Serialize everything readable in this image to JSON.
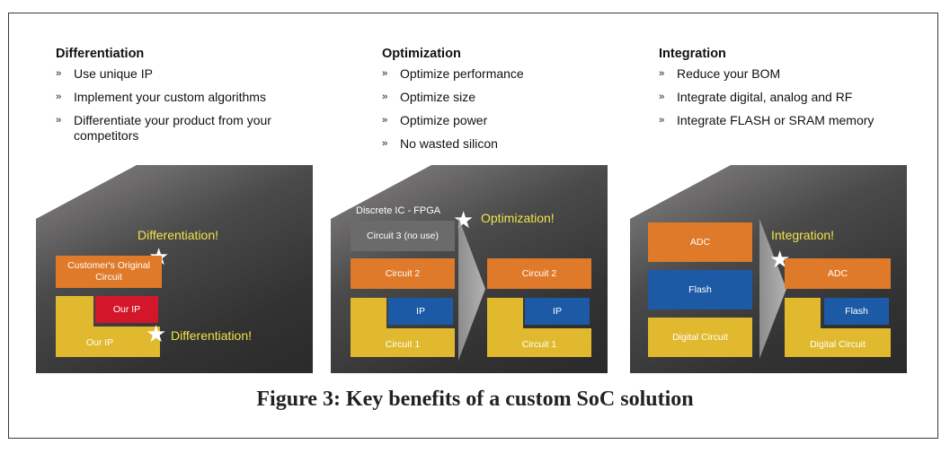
{
  "columns": [
    {
      "heading": "Differentiation",
      "bullets": [
        "Use unique IP",
        "Implement your custom algorithms",
        "Differentiate your product from your competitors"
      ]
    },
    {
      "heading": "Optimization",
      "bullets": [
        "Optimize performance",
        "Optimize size",
        "Optimize power",
        "No wasted silicon"
      ]
    },
    {
      "heading": "Integration",
      "bullets": [
        "Reduce your BOM",
        "Integrate digital, analog and RF",
        "Integrate FLASH or SRAM memory"
      ]
    }
  ],
  "bullet_glyph": "››",
  "panel1": {
    "customer_circuit": "Customer's Original Circuit",
    "our_ip_red": "Our IP",
    "our_ip_yellow": "Our IP",
    "label_top": "Differentiation!",
    "label_bottom": "Differentiation!"
  },
  "panel2": {
    "fpga_label": "Discrete IC - FPGA",
    "circuit3": "Circuit 3 (no use)",
    "circuit2_left": "Circuit 2",
    "ip_left": "IP",
    "circuit1_left": "Circuit 1",
    "circuit2_right": "Circuit 2",
    "ip_right": "IP",
    "circuit1_right": "Circuit 1",
    "label": "Optimization!"
  },
  "panel3": {
    "adc_left": "ADC",
    "flash_left": "Flash",
    "digital_left": "Digital Circuit",
    "adc_right": "ADC",
    "flash_right": "Flash",
    "digital_right": "Digital Circuit",
    "label": "Integration!"
  },
  "caption": "Figure 3: Key benefits of a custom SoC solution",
  "colors": {
    "orange": "#df7a2a",
    "red": "#d4162a",
    "blue": "#1c5aa6",
    "yellow": "#e1b92e",
    "highlight": "#f2e34a"
  }
}
